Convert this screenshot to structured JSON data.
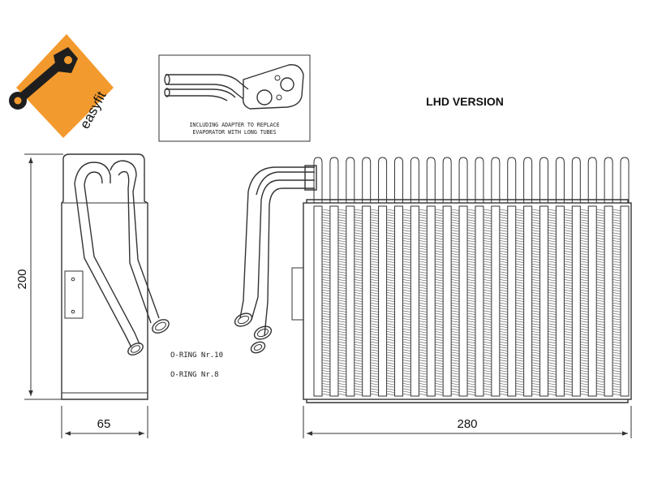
{
  "logo": {
    "brand_text": "easyfit",
    "color": "#f39a2e",
    "icon": "wrench-icon"
  },
  "inset": {
    "note_line1": "INCLUDING ADAPTER TO REPLACE",
    "note_line2": "EVAPORATOR WITH LONG TUBES"
  },
  "version_label": "LHD VERSION",
  "dimensions": {
    "height": "200",
    "depth": "65",
    "width": "280"
  },
  "orings": {
    "first": "O-RING Nr.10",
    "second": "O-RING Nr.8"
  }
}
